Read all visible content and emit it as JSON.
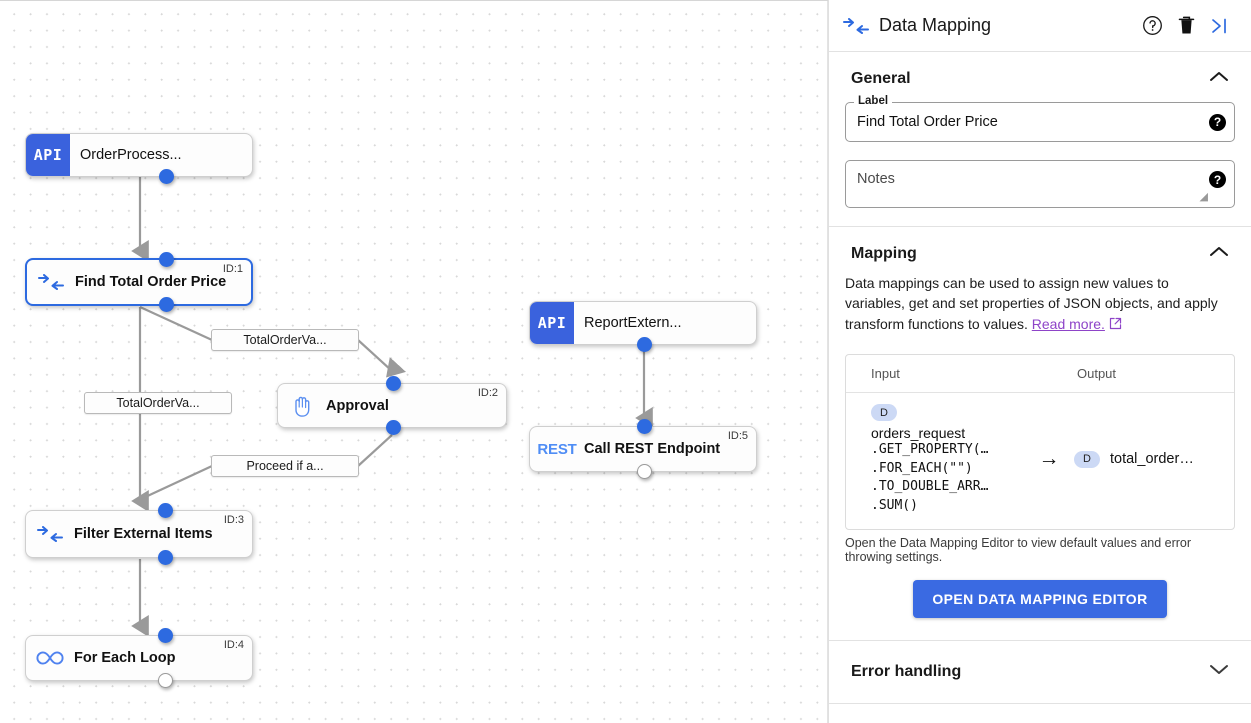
{
  "canvas": {
    "nodes": [
      {
        "id": "",
        "kind": "api",
        "badge": "API",
        "title": "OrderProcess...",
        "icon": "api-badge-icon"
      },
      {
        "id": "ID:1",
        "kind": "map",
        "badge": "",
        "title": "Find Total Order Price",
        "icon": "data-mapping-icon"
      },
      {
        "id": "ID:2",
        "kind": "hand",
        "badge": "",
        "title": "Approval",
        "icon": "hand-icon"
      },
      {
        "id": "ID:3",
        "kind": "map",
        "badge": "",
        "title": "Filter External Items",
        "icon": "data-mapping-icon"
      },
      {
        "id": "ID:4",
        "kind": "loop",
        "badge": "",
        "title": "For Each Loop",
        "icon": "infinity-icon"
      },
      {
        "id": "",
        "kind": "api",
        "badge": "API",
        "title": "ReportExtern...",
        "icon": "api-badge-icon"
      },
      {
        "id": "ID:5",
        "kind": "rest",
        "badge": "REST",
        "title": "Call REST Endpoint",
        "icon": "rest-badge-icon"
      }
    ],
    "edge_labels": [
      "TotalOrderVa...",
      "TotalOrderVa...",
      "Proceed if a..."
    ]
  },
  "panel": {
    "header": {
      "title": "Data Mapping",
      "icon": "data-mapping-icon",
      "help_icon": "help-circle-icon",
      "delete_icon": "trash-icon",
      "collapse_icon": "collapse-panel-icon"
    },
    "general": {
      "title": "General",
      "chevron": "chevron-up-icon",
      "label_legend": "Label",
      "label_value": "Find Total Order Price",
      "notes_placeholder": "Notes",
      "notes_value": "",
      "help_glyph": "?"
    },
    "mapping": {
      "title": "Mapping",
      "chevron": "chevron-up-icon",
      "description": "Data mappings can be used to assign new values to variables, get and set properties of JSON objects, and apply transform functions to values.",
      "read_more": "Read more.",
      "external_link_icon": "external-link-icon",
      "table": {
        "headers": [
          "Input",
          "Output"
        ],
        "rows": [
          {
            "input_badge": "D",
            "input_variable": "orders_request",
            "input_code": [
              ".GET_PROPERTY(…",
              ".FOR_EACH(\"\")",
              ".TO_DOUBLE_ARR…",
              ".SUM()"
            ],
            "arrow": "→",
            "output_badge": "D",
            "output_variable": "total_order…"
          }
        ]
      },
      "note": "Open the Data Mapping Editor to view default values and error throwing settings.",
      "button_label": "OPEN DATA MAPPING EDITOR"
    },
    "error_handling": {
      "title": "Error handling",
      "chevron": "chevron-down-icon"
    }
  },
  "colors": {
    "accent": "#3a6ae2",
    "port": "#2d6ae0",
    "api_badge": "#3a62dd",
    "rest_text": "#4f8df5",
    "link": "#8e44c8",
    "pill": "#ccd9f5"
  }
}
